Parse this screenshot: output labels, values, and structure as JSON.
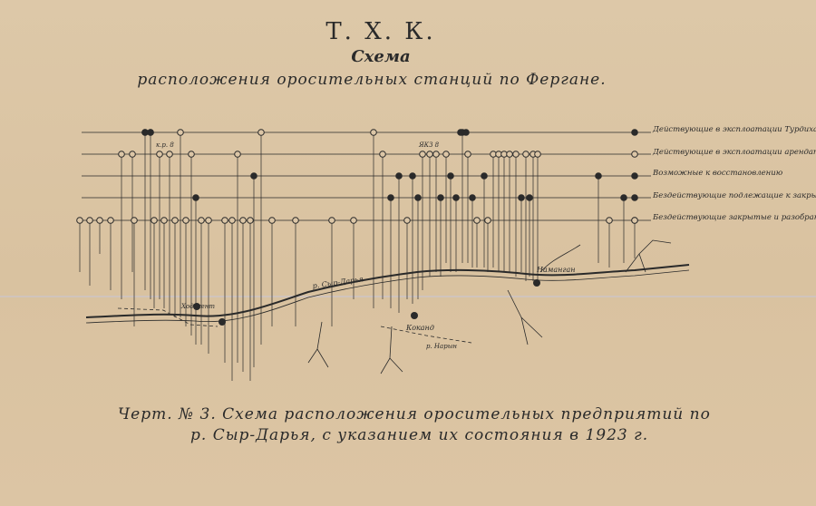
{
  "title": {
    "main": "Т. Х. К.",
    "sub": "Схема",
    "description": "расположения оросительных станций по Фергане."
  },
  "legend": [
    {
      "text": "Действующие в эксплоатации Турдихаем",
      "symbol": "double-filled"
    },
    {
      "text": "Действующие в эксплоатации арендаторов",
      "symbol": "open"
    },
    {
      "text": "Возможные к восстановлению",
      "symbol": "filled"
    },
    {
      "text": "Бездействующие подлежащие к закрытию",
      "symbol": "filled"
    },
    {
      "text": "Бездействующие закрытые и разобранные",
      "symbol": "open"
    }
  ],
  "map_labels": {
    "river": "р. Сыр-Дарья",
    "kokand": "Коканд",
    "namangan": "Наманган",
    "khodzhent": "Ходжент",
    "fork_label": "р. Нарын",
    "top_markers": "к.р. 8",
    "mid_markers": "ЯКЗ 8"
  },
  "caption": {
    "line1": "Черт. № 3.   Схема расположения оросительных предприятий по",
    "line2": "р. Сыр-Дарья, с указанием их состояния в 1923 г."
  },
  "colors": {
    "paper": "#dcc6a6",
    "ink": "#2a2a2a"
  }
}
